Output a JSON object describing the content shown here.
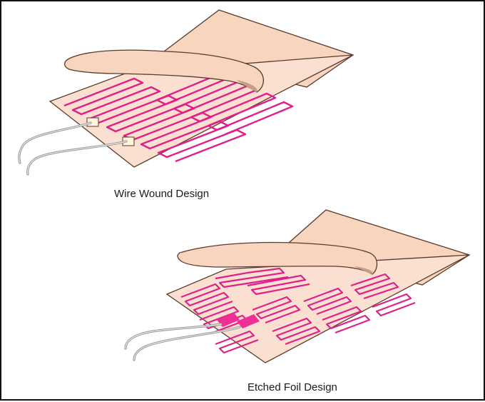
{
  "captions": {
    "wire_wound": "Wire Wound Design",
    "etched_foil": "Etched Foil Design"
  },
  "colors": {
    "laminate": "#f7d5bf",
    "laminate_edge": "#5a3a2a",
    "base_board": "#fbe0d2",
    "trace": "#e0208a",
    "pad": "#ef2f95",
    "lead_wire": "#9a9a9a",
    "frame_border": "#111111"
  },
  "icons": {
    "wire_wound_heater": "wire-wound-heater-illustration",
    "etched_foil_heater": "etched-foil-heater-illustration"
  }
}
